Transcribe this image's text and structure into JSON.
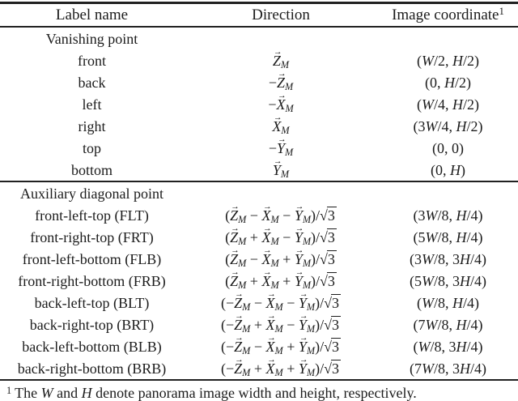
{
  "colors": {
    "background": "#ffffff",
    "text": "#1c1c1c",
    "rule": "#212121"
  },
  "table": {
    "headers": {
      "label": "Label name",
      "direction": "Direction",
      "coordinate": "Image coordinate",
      "coordinate_sup": "1"
    },
    "sections": [
      {
        "title": "Vanishing point",
        "rows": [
          {
            "label": "front",
            "direction": "$Z⃗_M$",
            "coordinate": "$(W/2, H/2)$"
          },
          {
            "label": "back",
            "direction": "$−Z⃗_M$",
            "coordinate": "$(0, H/2)$"
          },
          {
            "label": "left",
            "direction": "$−X⃗_M$",
            "coordinate": "$(W/4, H/2)$"
          },
          {
            "label": "right",
            "direction": "$X⃗_M$",
            "coordinate": "$(3W/4, H/2)$"
          },
          {
            "label": "top",
            "direction": "$−Y⃗_M$",
            "coordinate": "$(0, 0)$"
          },
          {
            "label": "bottom",
            "direction": "$Y⃗_M$",
            "coordinate": "$(0, H)$"
          }
        ]
      },
      {
        "title": "Auxiliary diagonal point",
        "rows": [
          {
            "label": "front-left-top (FLT)",
            "direction": "$(Z⃗_M − X⃗_M − Y⃗_M)/√3$",
            "coordinate": "$(3W/8, H/4)$"
          },
          {
            "label": "front-right-top (FRT)",
            "direction": "$(Z⃗_M + X⃗_M − Y⃗_M)/√3$",
            "coordinate": "$(5W/8, H/4)$"
          },
          {
            "label": "front-left-bottom (FLB)",
            "direction": "$(Z⃗_M − X⃗_M + Y⃗_M)/√3$",
            "coordinate": "$(3W/8, 3H/4)$"
          },
          {
            "label": "front-right-bottom (FRB)",
            "direction": "$(Z⃗_M + X⃗_M + Y⃗_M)/√3$",
            "coordinate": "$(5W/8, 3H/4)$"
          },
          {
            "label": "back-left-top (BLT)",
            "direction": "$(−Z⃗_M − X⃗_M − Y⃗_M)/√3$",
            "coordinate": "$(W/8, H/4)$"
          },
          {
            "label": "back-right-top (BRT)",
            "direction": "$(−Z⃗_M + X⃗_M − Y⃗_M)/√3$",
            "coordinate": "$(7W/8, H/4)$"
          },
          {
            "label": "back-left-bottom (BLB)",
            "direction": "$(−Z⃗_M − X⃗_M + Y⃗_M)/√3$",
            "coordinate": "$(W/8, 3H/4)$"
          },
          {
            "label": "back-right-bottom (BRB)",
            "direction": "$(−Z⃗_M + X⃗_M + Y⃗_M)/√3$",
            "coordinate": "$(7W/8, 3H/4)$"
          }
        ]
      }
    ],
    "footnote": {
      "sup": "1",
      "text": "The $W$ and $H$ denote panorama image width and height, respectively."
    }
  }
}
